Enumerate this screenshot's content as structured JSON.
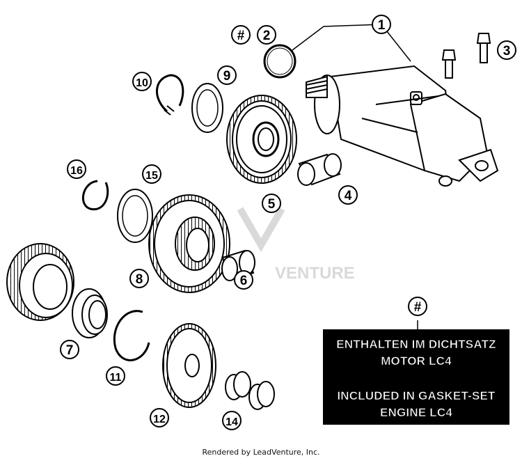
{
  "callouts": {
    "c1": "1",
    "c2": "2",
    "c3": "3",
    "c4": "4",
    "c5": "5",
    "c6": "6",
    "c7": "7",
    "c8": "8",
    "c9": "9",
    "c10": "10",
    "c11": "11",
    "c12": "12",
    "c14": "14",
    "c15": "15",
    "c16": "16",
    "hash_top": "#",
    "hash_box": "#"
  },
  "info_box": {
    "de_line1": "ENTHALTEN IM DICHTSATZ",
    "de_line2": "MOTOR LC4",
    "en_line1": "INCLUDED IN GASKET-SET",
    "en_line2": "ENGINE LC4"
  },
  "watermark": "VENTURE",
  "footer": "Rendered by LeadVenture, Inc.",
  "colors": {
    "ink": "#000000",
    "paper": "#ffffff",
    "watermark": "#d9d9d9"
  }
}
